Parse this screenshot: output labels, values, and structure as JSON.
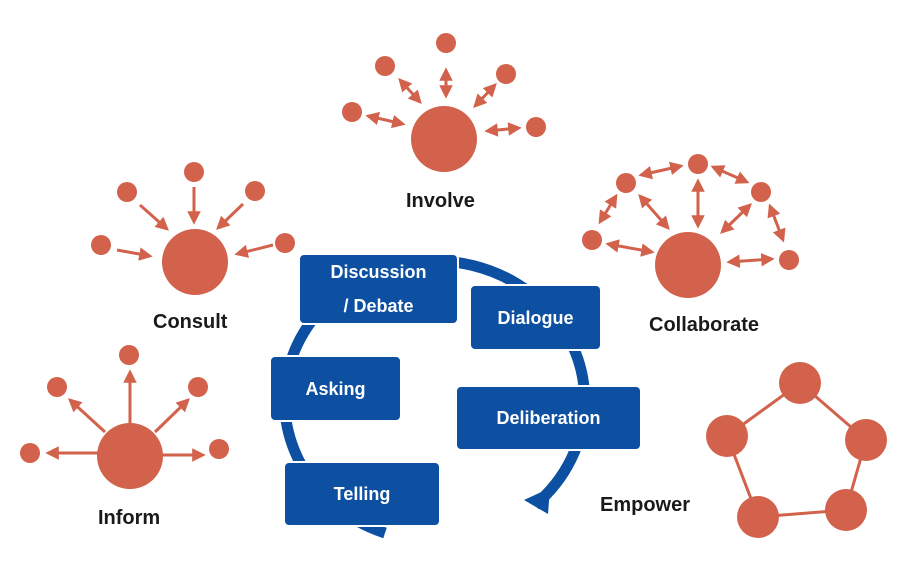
{
  "levels": {
    "inform": "Inform",
    "consult": "Consult",
    "involve": "Involve",
    "collaborate": "Collaborate",
    "empower": "Empower"
  },
  "cycle": {
    "telling": "Telling",
    "asking": "Asking",
    "discussion_line1": "Discussion",
    "discussion_line2": "/ Debate",
    "dialogue": "Dialogue",
    "deliberation": "Deliberation"
  },
  "colors": {
    "node": "#d2624b",
    "arrow": "#d2624b",
    "box": "#0d4fa0",
    "cycle_arrow": "#0d4fa0"
  }
}
